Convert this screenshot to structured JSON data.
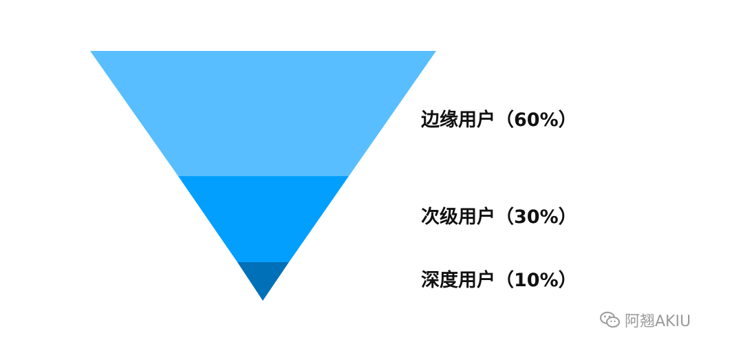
{
  "funnel": {
    "layers": [
      {
        "label": "边缘用户（60%）",
        "color": "#58BEFF"
      },
      {
        "label": "次级用户（30%）",
        "color": "#039FFF"
      },
      {
        "label": "深度用户（10%）",
        "color": "#0070B8"
      }
    ]
  },
  "watermark": {
    "text": "阿翘AKIU",
    "icon": "wechat-icon"
  }
}
